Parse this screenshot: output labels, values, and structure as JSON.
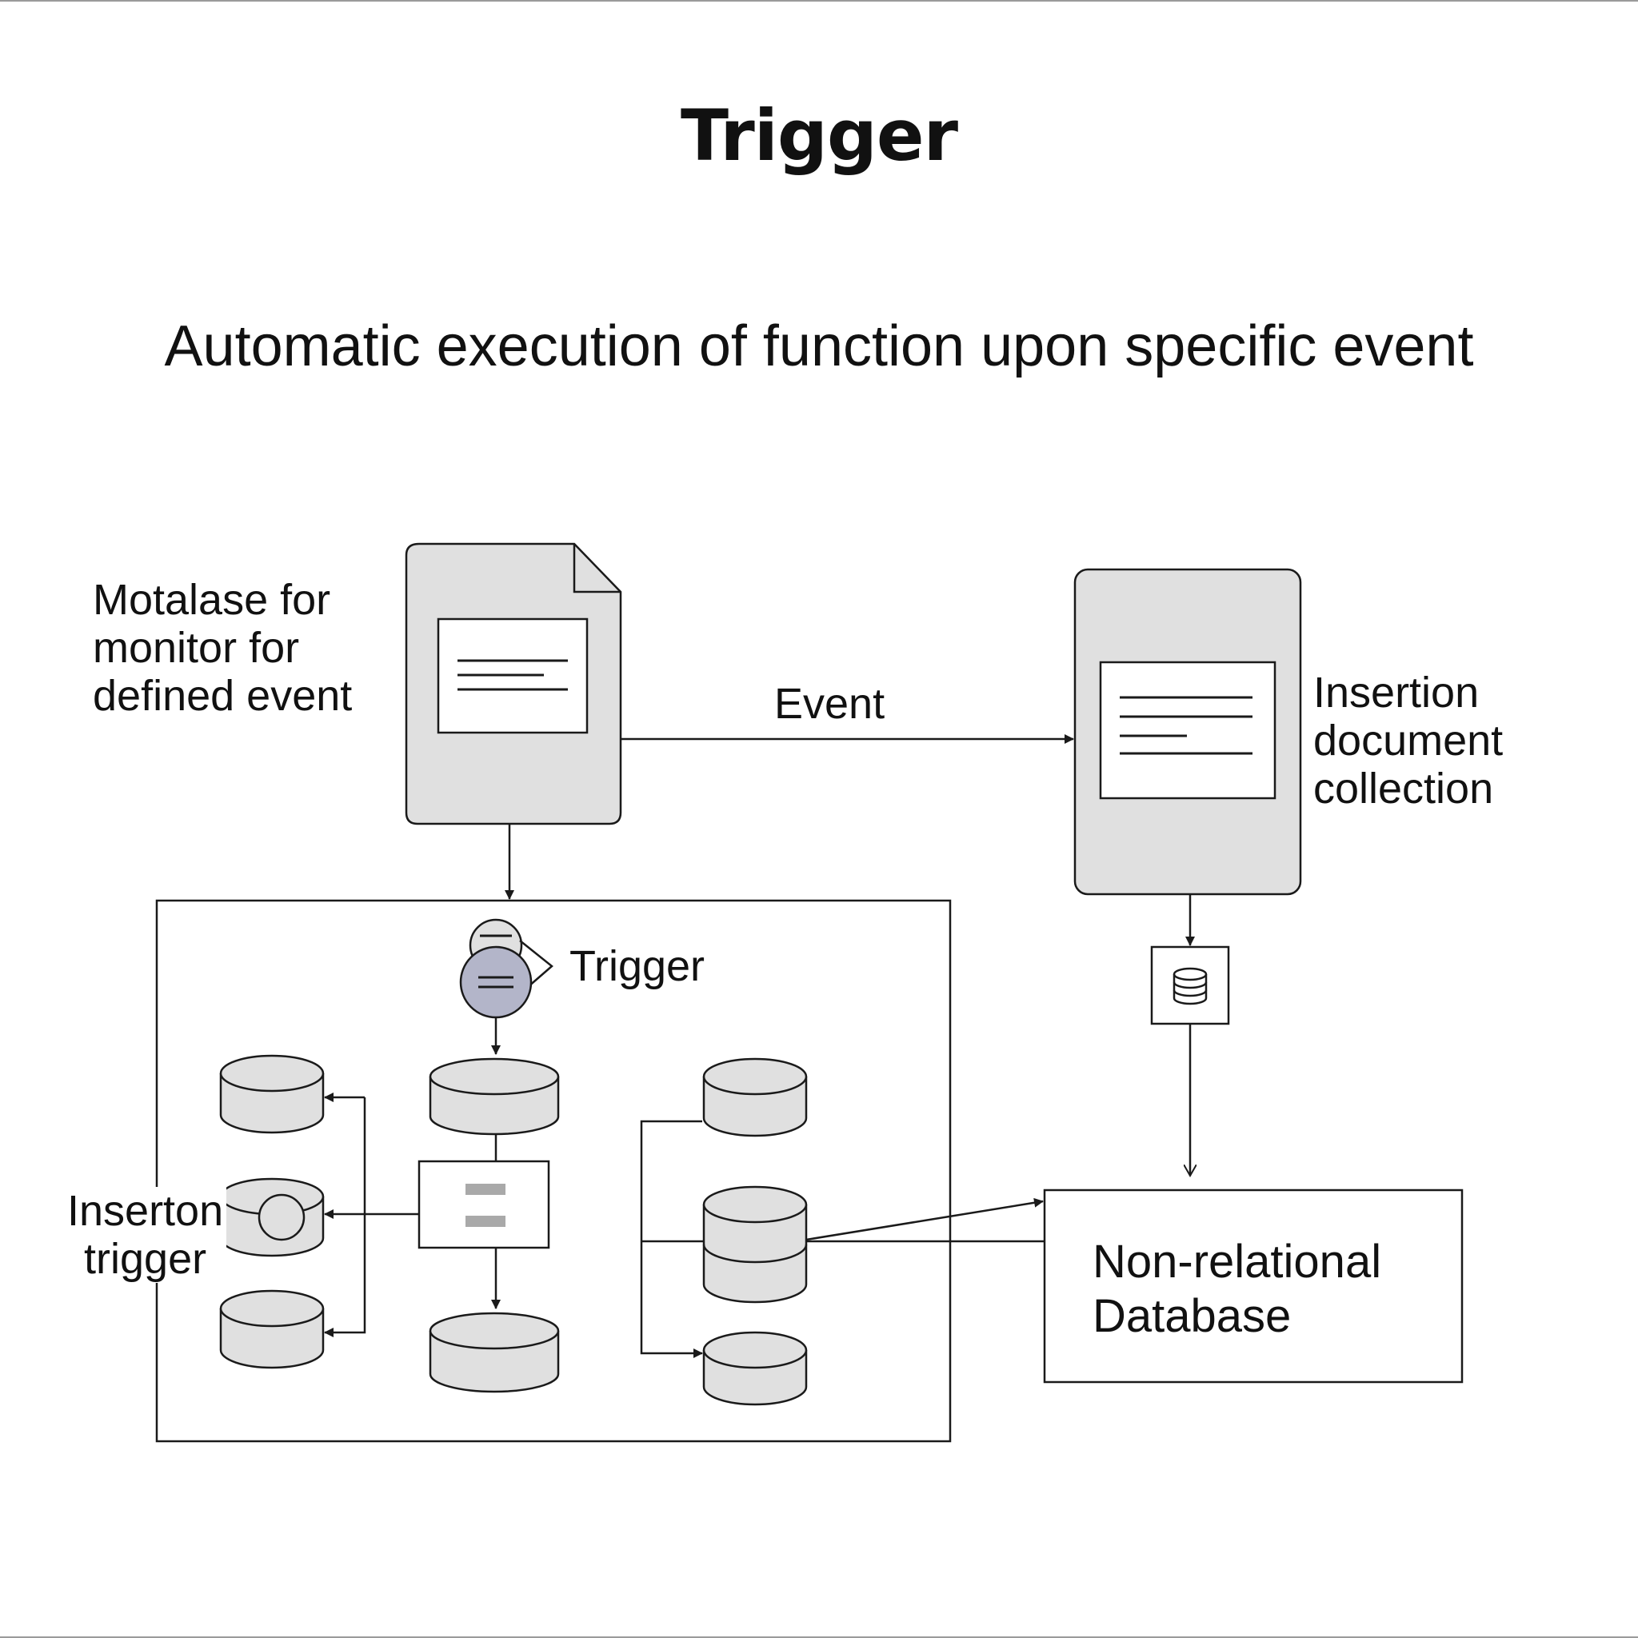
{
  "title": "Trigger",
  "subtitle": "Automatic execution of function upon specific event",
  "labels": {
    "monitor": "Motalase for\nmonitor for\ndefined event",
    "event": "Event",
    "insertion_document": "Insertion\ndocument\ncollection",
    "trigger": "Trigger",
    "insertion_trigger": "Inserton\ntrigger",
    "non_relational": "Non-relational\nDatabase"
  },
  "colors": {
    "node_fill": "#e0e0e0",
    "trigger_fill": "#b3b5c9",
    "stroke": "#1a1a1a",
    "doc_panel": "#ffffff"
  }
}
